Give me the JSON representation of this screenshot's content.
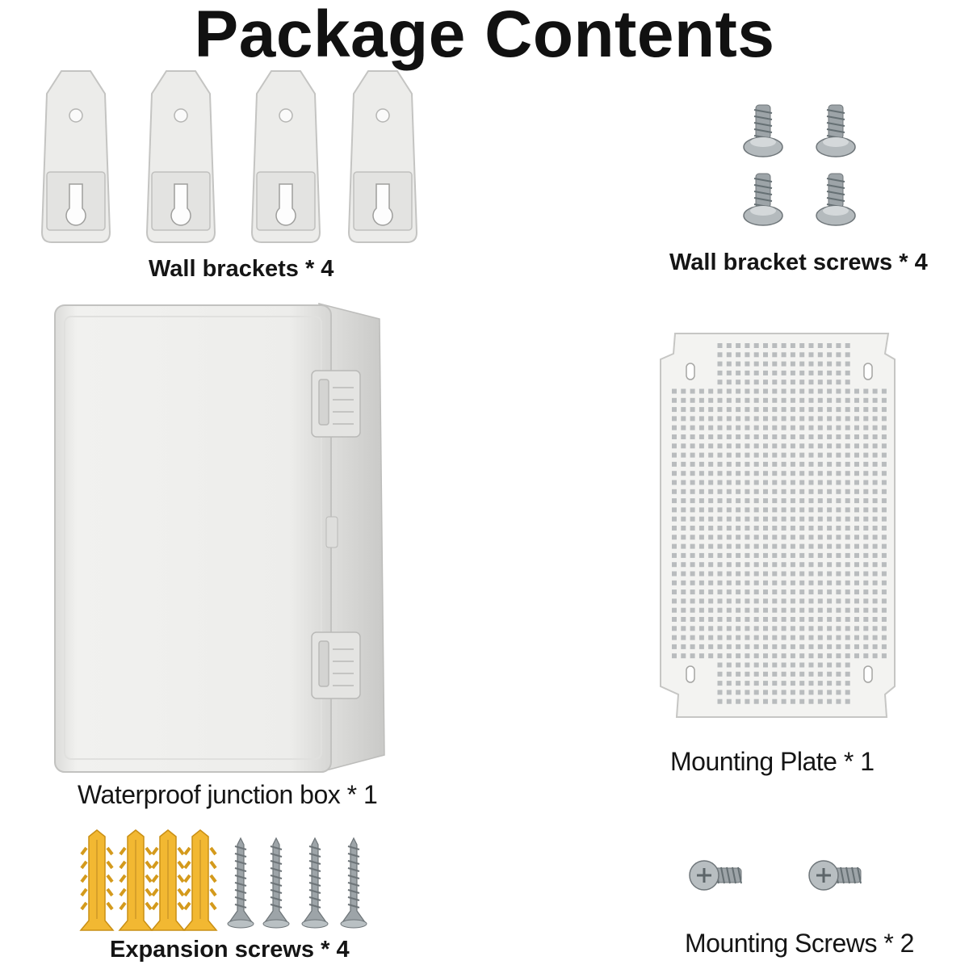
{
  "title": "Package Contents",
  "items": [
    {
      "id": "wall-brackets",
      "label": "Wall brackets * 4",
      "icon": "wall-bracket-icon",
      "count": 4
    },
    {
      "id": "wall-bracket-screws",
      "label": "Wall bracket screws * 4",
      "icon": "pan-head-screw-icon",
      "count": 4
    },
    {
      "id": "junction-box",
      "label": "Waterproof junction box * 1",
      "icon": "junction-box-icon",
      "count": 1
    },
    {
      "id": "mounting-plate",
      "label": "Mounting Plate * 1",
      "icon": "mounting-plate-icon",
      "count": 1
    },
    {
      "id": "expansion-screws",
      "label": "Expansion screws * 4",
      "icon": "expansion-screw-icon",
      "count": 4
    },
    {
      "id": "mounting-screws",
      "label": "Mounting Screws * 2",
      "icon": "countersunk-screw-icon",
      "count": 2
    }
  ],
  "colors": {
    "plastic": "#ececea",
    "anchor": "#f2b832",
    "metal": "#9da4a8"
  }
}
